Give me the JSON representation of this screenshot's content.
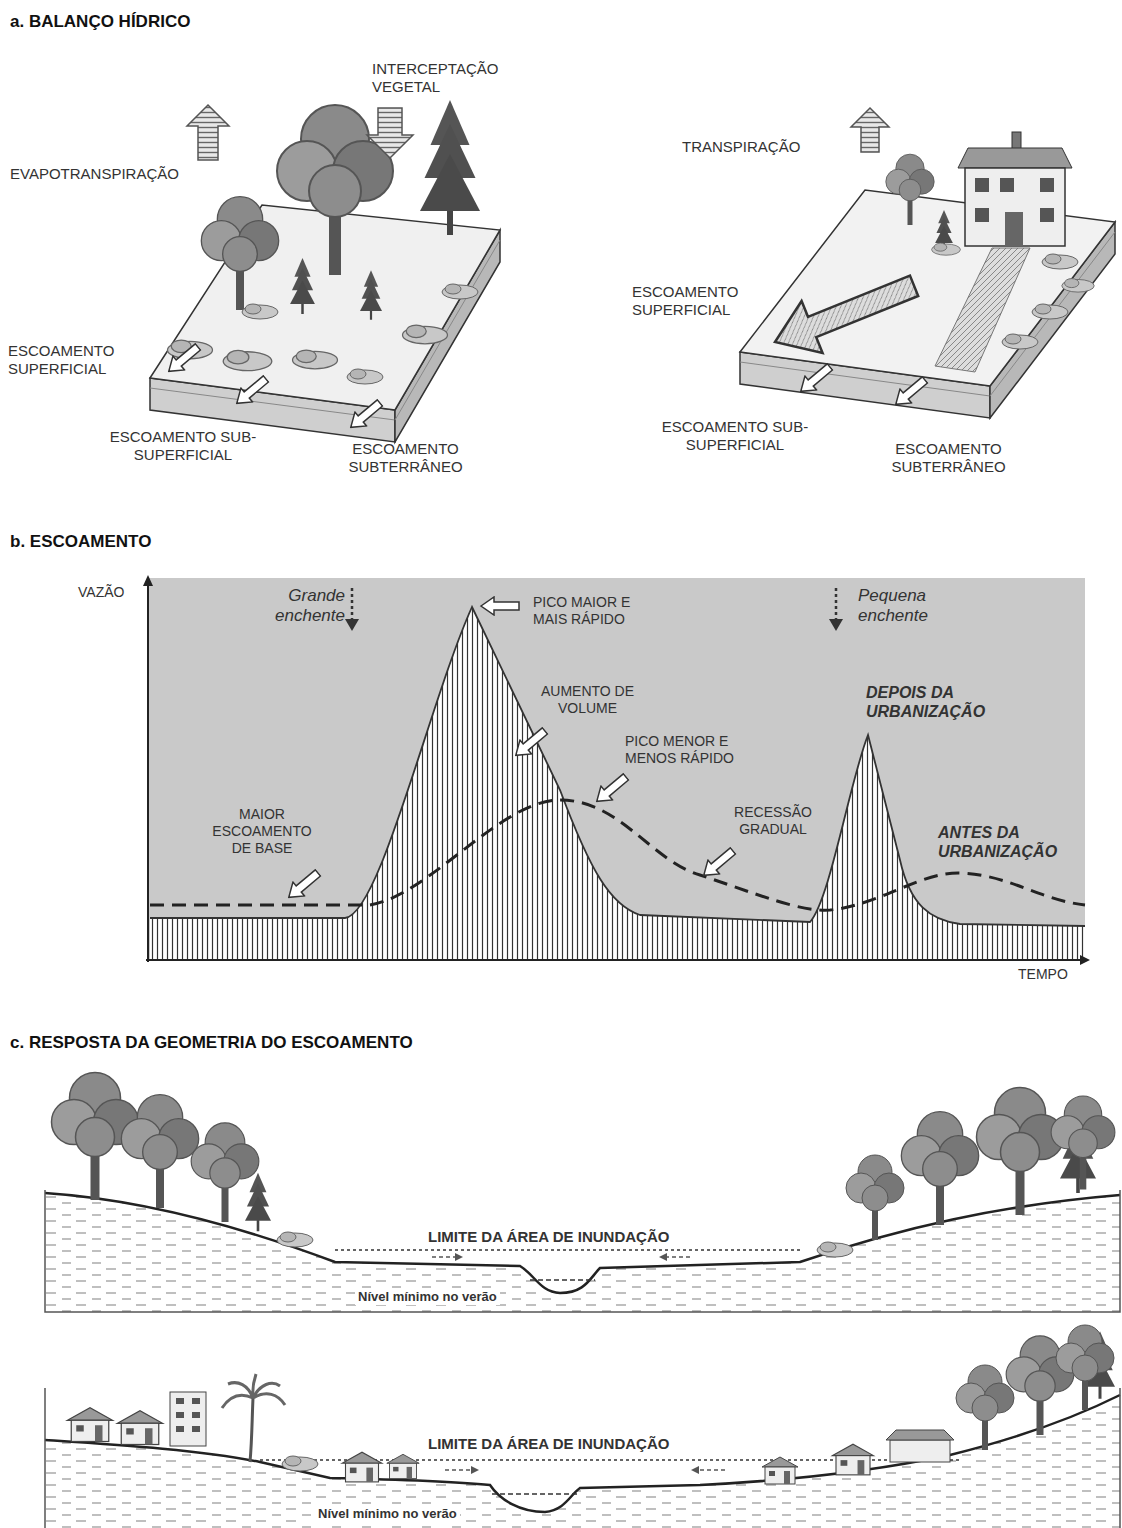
{
  "diagram": {
    "labels": [
      "a. BALANÇO HÍDRICO",
      "INTERCEPTAÇÃO VEGETAL",
      "EVAPOTRANSPIRAÇÃO",
      "TRANSPIRAÇÃO",
      "ESCOAMENTO SUPERFICIAL",
      "ESCOAMENTO SUPERFICIAL",
      "ESCOAMENTO SUB-SUPERFICIAL",
      "ESCOAMENTO SUBTERRÂNEO",
      "ESCOAMENTO SUB-SUPERFICIAL",
      "ESCOAMENTO SUBTERRÂNEO",
      "b. ESCOAMENTO",
      "VAZÃO",
      "Grande enchente",
      "PICO MAIOR E MAIS RÁPIDO",
      "Pequena enchente",
      "AUMENTO DE VOLUME",
      "DEPOIS DA URBANIZAÇÃO",
      "PICO MENOR E MENOS RÁPIDO",
      "MAIOR ESCOAMENTO DE BASE",
      "RECESSÃO GRADUAL",
      "ANTES DA URBANIZAÇÃO",
      "TEMPO",
      "c. RESPOSTA DA GEOMETRIA DO ESCOAMENTO",
      "LIMITE DA ÁREA DE INUNDAÇÃO",
      "Nível mínimo no verão",
      "LIMITE DA ÁREA DE INUNDAÇÃO",
      "Nível mínimo no verão"
    ]
  }
}
